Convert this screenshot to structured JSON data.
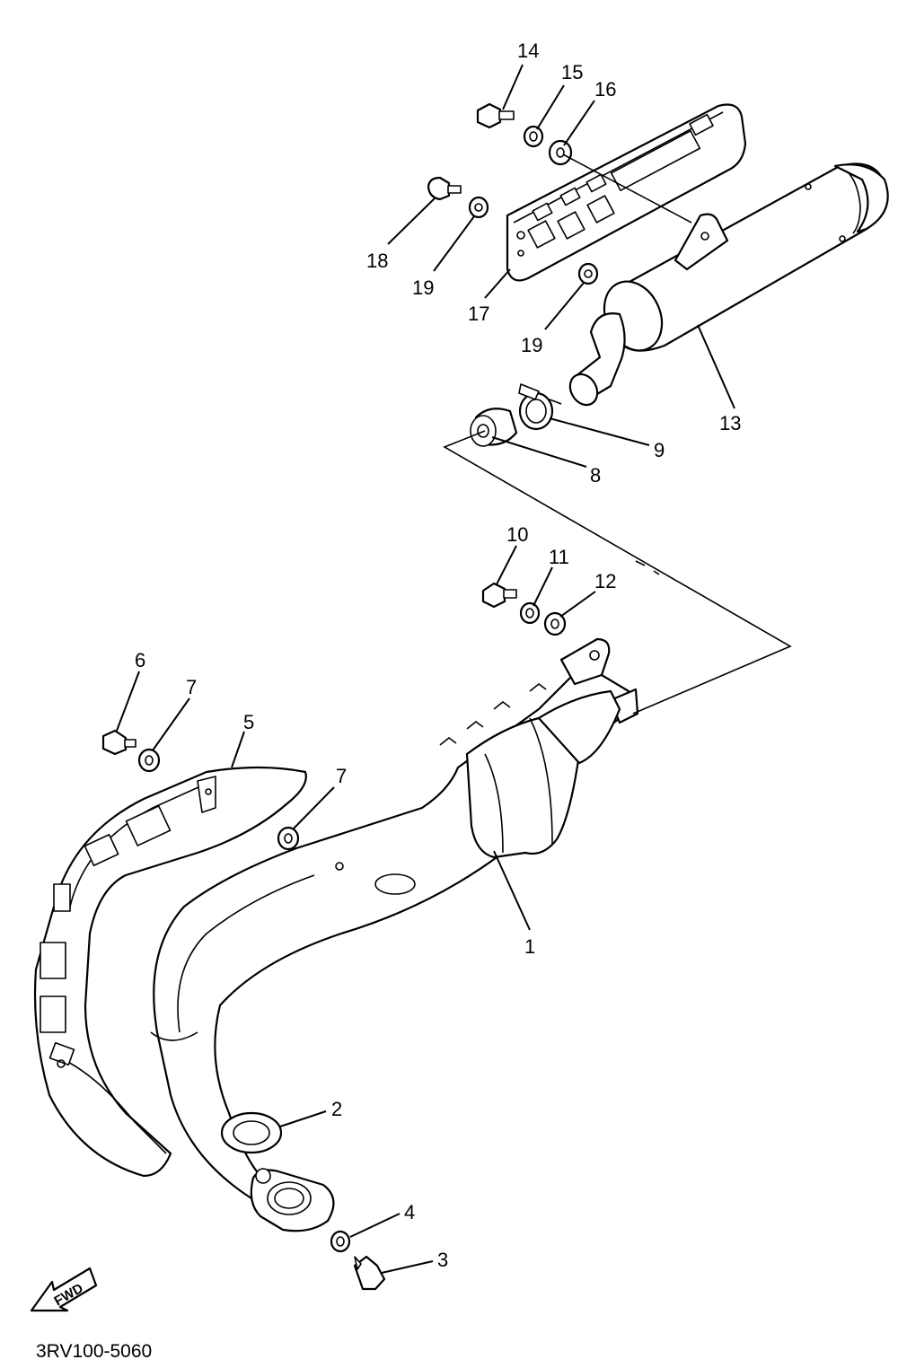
{
  "diagram": {
    "drawing_code": "3RV100-5060",
    "fwd_label": "FWD",
    "callouts": [
      "1",
      "2",
      "3",
      "4",
      "5",
      "6",
      "7",
      "7",
      "8",
      "9",
      "10",
      "11",
      "12",
      "13",
      "14",
      "15",
      "16",
      "17",
      "18",
      "19",
      "19"
    ]
  }
}
